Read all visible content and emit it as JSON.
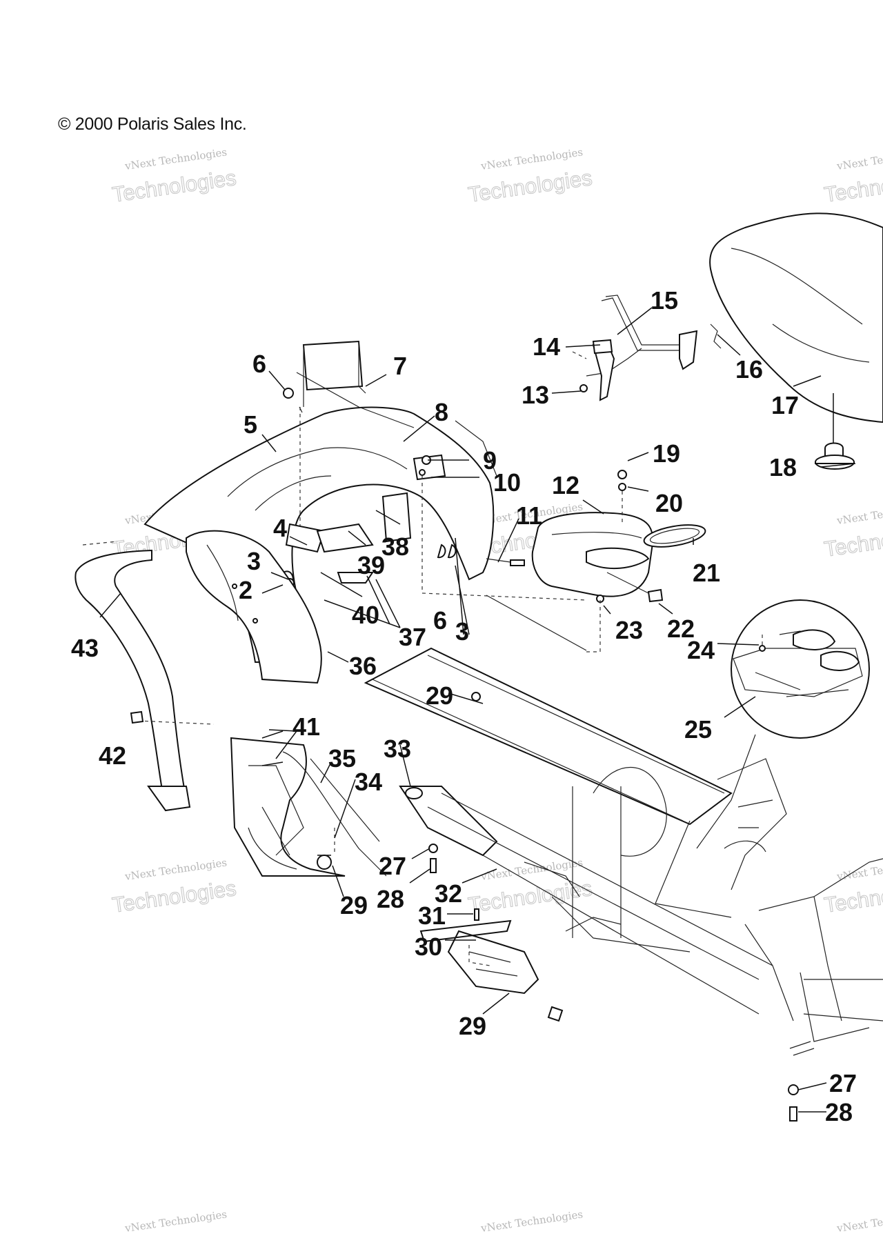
{
  "copyright": "© 2000 Polaris Sales Inc.",
  "watermark": {
    "line1": "vNext Technologies",
    "line2": "Technologies"
  },
  "callouts": [
    {
      "id": "c1",
      "label": "15"
    },
    {
      "id": "c2",
      "label": "14"
    },
    {
      "id": "c3",
      "label": "16"
    },
    {
      "id": "c4",
      "label": "13"
    },
    {
      "id": "c5",
      "label": "17"
    },
    {
      "id": "c6",
      "label": "6"
    },
    {
      "id": "c7",
      "label": "7"
    },
    {
      "id": "c8",
      "label": "8"
    },
    {
      "id": "c9",
      "label": "5"
    },
    {
      "id": "c10",
      "label": "9"
    },
    {
      "id": "c11",
      "label": "10"
    },
    {
      "id": "c12",
      "label": "19"
    },
    {
      "id": "c13",
      "label": "18"
    },
    {
      "id": "c14",
      "label": "20"
    },
    {
      "id": "c15",
      "label": "12"
    },
    {
      "id": "c16",
      "label": "11"
    },
    {
      "id": "c17",
      "label": "4"
    },
    {
      "id": "c18",
      "label": "38"
    },
    {
      "id": "c19",
      "label": "39"
    },
    {
      "id": "c20",
      "label": "21"
    },
    {
      "id": "c21",
      "label": "3"
    },
    {
      "id": "c22",
      "label": "2"
    },
    {
      "id": "c23",
      "label": "40"
    },
    {
      "id": "c24",
      "label": "6"
    },
    {
      "id": "c25",
      "label": "3"
    },
    {
      "id": "c26",
      "label": "23"
    },
    {
      "id": "c27",
      "label": "22"
    },
    {
      "id": "c28",
      "label": "37"
    },
    {
      "id": "c29",
      "label": "43"
    },
    {
      "id": "c30",
      "label": "24"
    },
    {
      "id": "c31",
      "label": "36"
    },
    {
      "id": "c32",
      "label": "29"
    },
    {
      "id": "c33",
      "label": "25"
    },
    {
      "id": "c34",
      "label": "41"
    },
    {
      "id": "c35",
      "label": "42"
    },
    {
      "id": "c36",
      "label": "33"
    },
    {
      "id": "c37",
      "label": "35"
    },
    {
      "id": "c38",
      "label": "34"
    },
    {
      "id": "c39",
      "label": "27"
    },
    {
      "id": "c40",
      "label": "28"
    },
    {
      "id": "c41",
      "label": "32"
    },
    {
      "id": "c42",
      "label": "29"
    },
    {
      "id": "c43",
      "label": "31"
    },
    {
      "id": "c44",
      "label": "30"
    },
    {
      "id": "c45",
      "label": "29"
    },
    {
      "id": "c46",
      "label": "27"
    },
    {
      "id": "c47",
      "label": "28"
    }
  ]
}
